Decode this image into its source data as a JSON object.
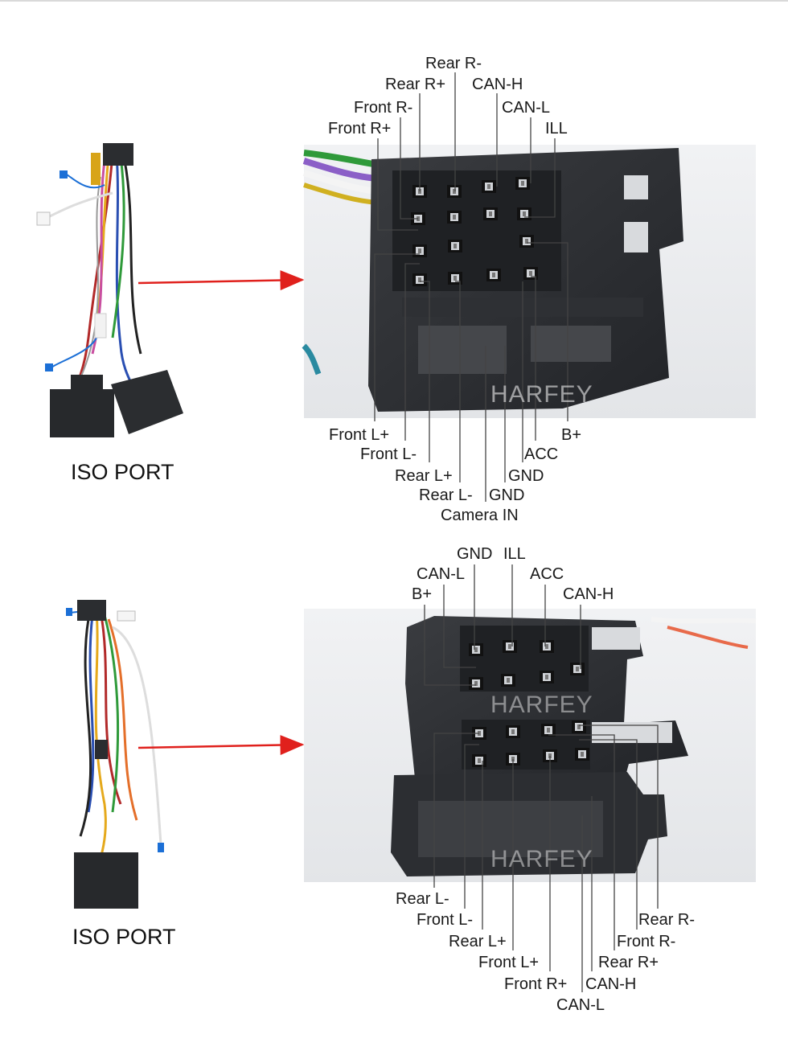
{
  "section1": {
    "iso_label": "ISO PORT",
    "watermark": "HARFEY",
    "top_labels": [
      "Rear R-",
      "Rear R+",
      "CAN-H",
      "Front R-",
      "CAN-L",
      "Front R+",
      "ILL"
    ],
    "bottom_labels": [
      "Front L+",
      "B+",
      "Front L-",
      "ACC",
      "Rear L+",
      "GND",
      "Rear L-",
      "GND",
      "Camera IN"
    ]
  },
  "section2": {
    "iso_label": "ISO PORT",
    "watermark": "HARFEY",
    "top_labels": [
      "GND",
      "ILL",
      "CAN-L",
      "ACC",
      "B+",
      "CAN-H"
    ],
    "bottom_labels": [
      "Rear L-",
      "Rear R-",
      "Front L-",
      "Front R-",
      "Rear L+",
      "Rear R+",
      "Front L+",
      "Front R+",
      "CAN-H",
      "CAN-L"
    ]
  },
  "colors": {
    "arrow": "#e0201c",
    "connector_body": "#2b2d30",
    "photo_background": "#e9ebee",
    "leader_line": "#444444"
  }
}
